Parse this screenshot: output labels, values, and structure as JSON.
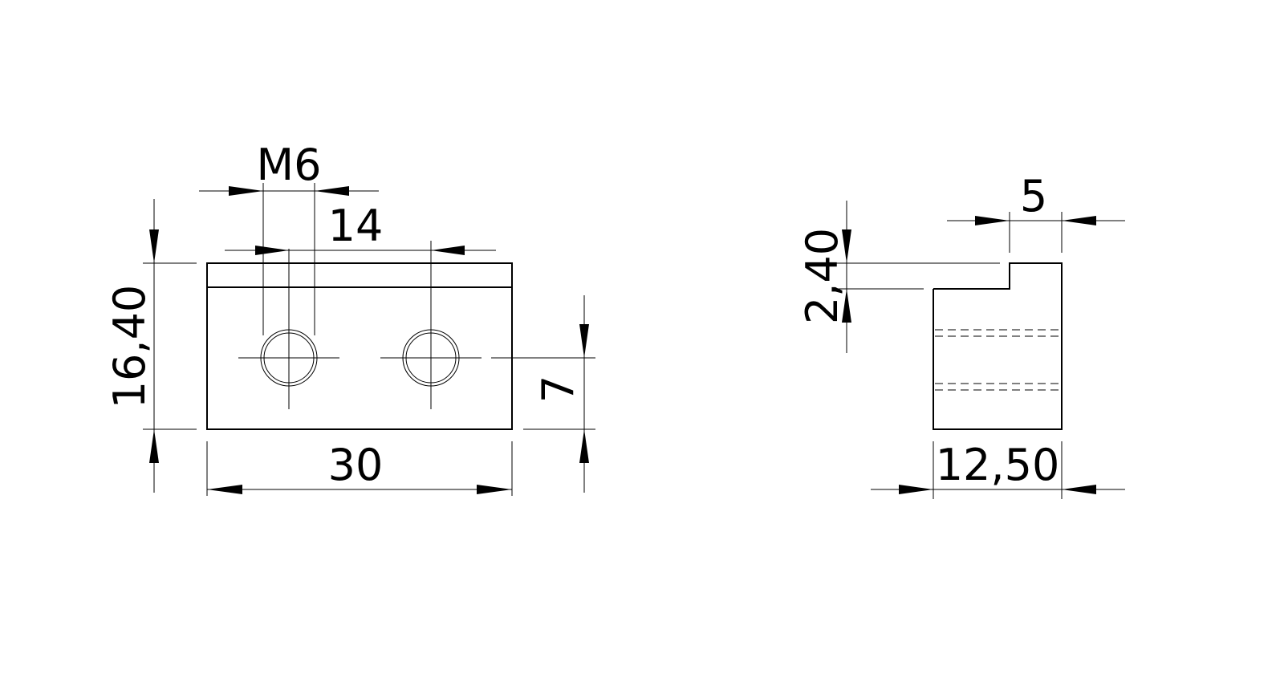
{
  "dimensions": {
    "thread": "M6",
    "hole_spacing": "14",
    "height": "16,40",
    "width": "30",
    "hole_height": "7",
    "step_width": "5",
    "step_height": "2,40",
    "depth": "12,50"
  },
  "colors": {
    "line": "#000000",
    "background": "#ffffff"
  }
}
